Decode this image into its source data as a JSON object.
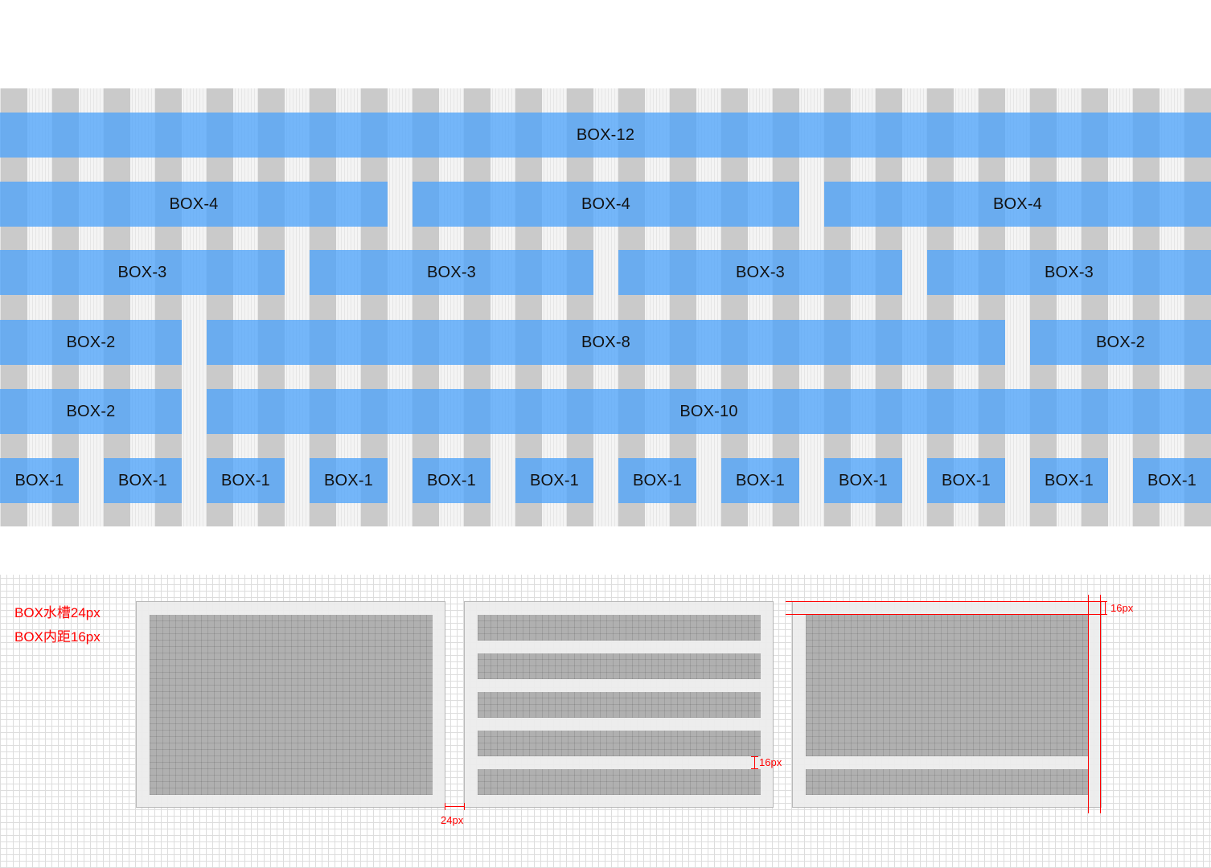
{
  "boxes": {
    "row1": [
      "BOX-12"
    ],
    "row2": [
      "BOX-4",
      "BOX-4",
      "BOX-4"
    ],
    "row3": [
      "BOX-3",
      "BOX-3",
      "BOX-3",
      "BOX-3"
    ],
    "row4": [
      "BOX-2",
      "BOX-8",
      "BOX-2"
    ],
    "row5": [
      "BOX-2",
      "BOX-10"
    ],
    "row6": [
      "BOX-1",
      "BOX-1",
      "BOX-1",
      "BOX-1",
      "BOX-1",
      "BOX-1",
      "BOX-1",
      "BOX-1",
      "BOX-1",
      "BOX-1",
      "BOX-1",
      "BOX-1"
    ]
  },
  "spec": {
    "gutter_label": "BOX水槽24px",
    "padding_label": "BOX内距16px"
  },
  "dimensions": {
    "gutter": "24px",
    "inner_gap": "16px",
    "top_padding": "16px"
  },
  "colors": {
    "box_fill": "#50a4fa",
    "column": "#cacaca",
    "annotation": "#ff0000"
  }
}
